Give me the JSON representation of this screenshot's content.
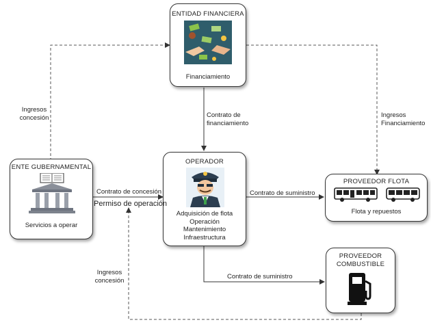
{
  "nodes": {
    "financiera": {
      "title": "ENTIDAD FINANCIERA",
      "subtitle": "Financiamiento"
    },
    "operador": {
      "title": "OPERADOR",
      "lines": [
        "Adquisición de flota",
        "Operación",
        "Mantenimiento",
        "Infraestructura"
      ]
    },
    "gubernamental": {
      "title": "ENTE GUBERNAMENTAL",
      "subtitle": "Servicios a operar"
    },
    "flota": {
      "title": "PROVEEDOR FLOTA",
      "subtitle": "Flota y repuestos"
    },
    "combustible": {
      "title_line1": "PROVEEDOR",
      "title_line2": "COMBUSTIBLE"
    }
  },
  "edges": {
    "ingresos_concesion_top": [
      "Ingresos",
      "concesión"
    ],
    "contrato_financiamiento": [
      "Contrato de",
      "financiamiento"
    ],
    "ingresos_financiamiento": [
      "Ingresos",
      "Financiamiento"
    ],
    "contrato_concesion": "Contrato de concesión",
    "permiso_operacion": "Permiso de operación",
    "contrato_suministro_flota": "Contrato  de suministro",
    "contrato_suministro_combustible": "Contrato  de suministro",
    "ingresos_concesion_bottom": [
      "Ingresos",
      "concesión"
    ]
  }
}
